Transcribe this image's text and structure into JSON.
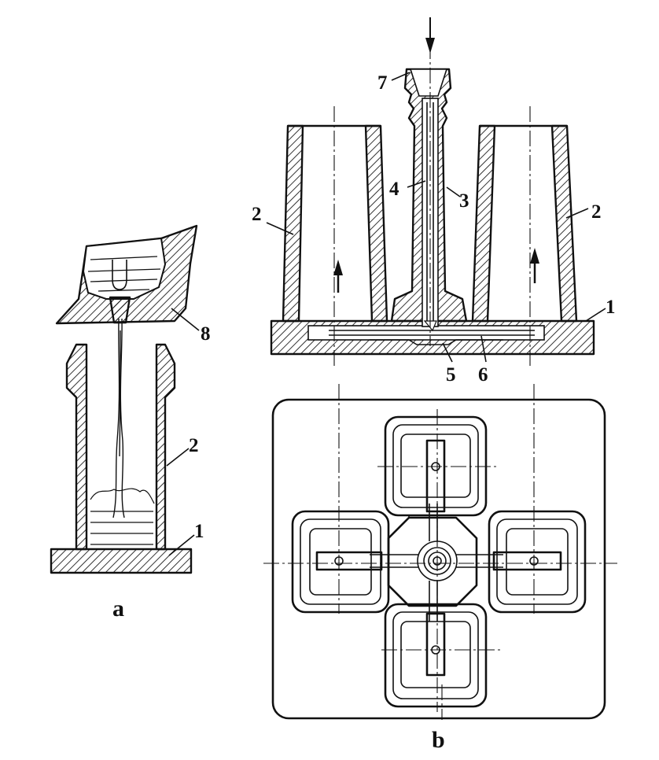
{
  "figure": {
    "labels": {
      "fig_a": {
        "base_plate": "1",
        "mould": "2",
        "ladle": "8"
      },
      "fig_b": {
        "base_plate": "1",
        "mould_left": "2",
        "mould_right": "2",
        "refractory_tube": "3",
        "centre_channel": "4",
        "runner": "5",
        "runner_brick": "6",
        "funnel": "7"
      }
    },
    "captions": {
      "a": "a",
      "b": "b"
    }
  }
}
